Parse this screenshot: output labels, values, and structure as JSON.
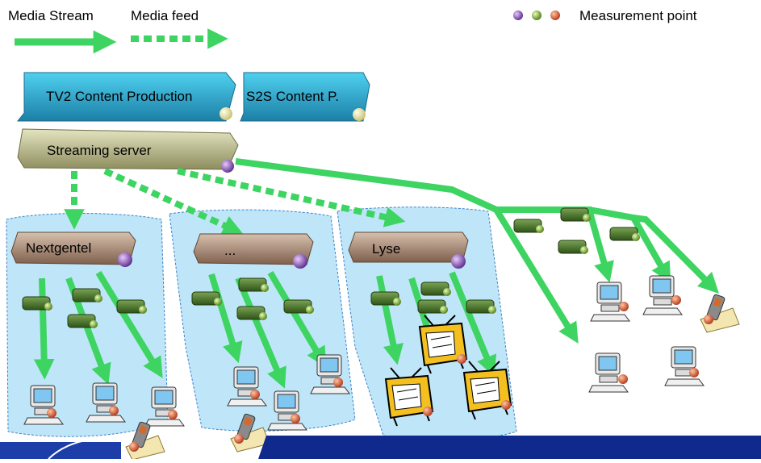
{
  "legend": {
    "media_stream": "Media Stream",
    "media_feed": "Media feed",
    "measurement_point": "Measurement point"
  },
  "colors": {
    "stream": "#3ed462",
    "cloud": "#bfe6f8",
    "cloud_stroke": "#3a82c8",
    "production_top": "#35b8d8",
    "server": "#c9c9a0",
    "isp": "#b59a86",
    "router": "#4a7a2a",
    "footer": "#0f2a8c"
  },
  "sources": {
    "tv2": "TV2 Content Production",
    "s2s": "S2S Content P."
  },
  "server": {
    "label": "Streaming server"
  },
  "isps": [
    {
      "label": "Nextgentel"
    },
    {
      "label": "..."
    },
    {
      "label": "Lyse"
    }
  ]
}
